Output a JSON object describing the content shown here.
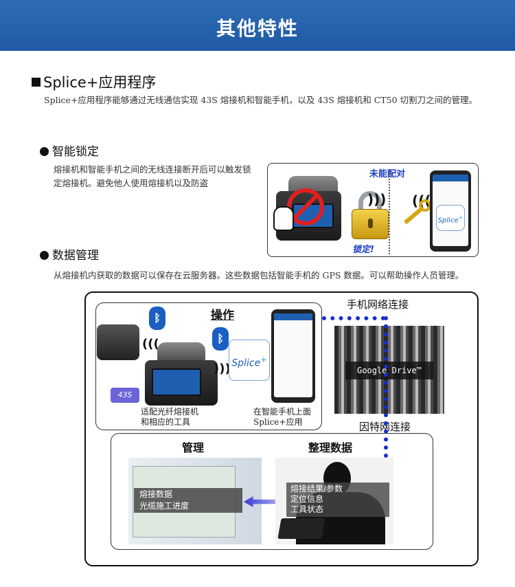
{
  "header": {
    "title": "其他特性"
  },
  "section": {
    "title": "Splice+应用程序",
    "intro": "Splice+应用程序能够通过无线通信实现 43S 熔接机和智能手机，以及 43S 熔接机和 CT50 切割刀之间的管理。"
  },
  "lock": {
    "heading": "智能锁定",
    "text": "熔接机和智能手机之间的无线连接断开后可以触发锁定熔接机。避免他人使用熔接机以及防盗",
    "figure": {
      "unpaired_label": "未能配对",
      "locked_label": "锁定!",
      "logo_text": "Splice",
      "logo_plus": "+"
    }
  },
  "data_mgmt": {
    "heading": "数据管理",
    "text": "从熔接机内获取的数据可以保存在云服务器。这些数据包括智能手机的 GPS 数据。可以帮助操作人员管理。"
  },
  "diagram": {
    "ops_label": "操作",
    "mobile_label": "手机网络连接",
    "internet_label": "因特网连接",
    "gdrive_label": "Google Drive™",
    "bt_glyph": "ᛒ",
    "badge_43s": "43S",
    "logo_text": "Splice",
    "logo_plus": "+",
    "caption_fusion": [
      "适配光纤熔接机",
      "和相应的工具"
    ],
    "caption_phone": [
      "在智能手机上面",
      "Splice+应用"
    ],
    "manage_label": "管理",
    "organize_label": "整理数据",
    "manage_overlay": [
      "熔接数据",
      "光缆施工进度"
    ],
    "organize_overlay": [
      "熔接结果/参数",
      "定位信息",
      "工具状态"
    ]
  },
  "colors": {
    "header_blue": "#1f5aa3",
    "accent_blue": "#1d3fbf",
    "bluetooth": "#1a5fc1",
    "no_sign_red": "#e02020"
  }
}
